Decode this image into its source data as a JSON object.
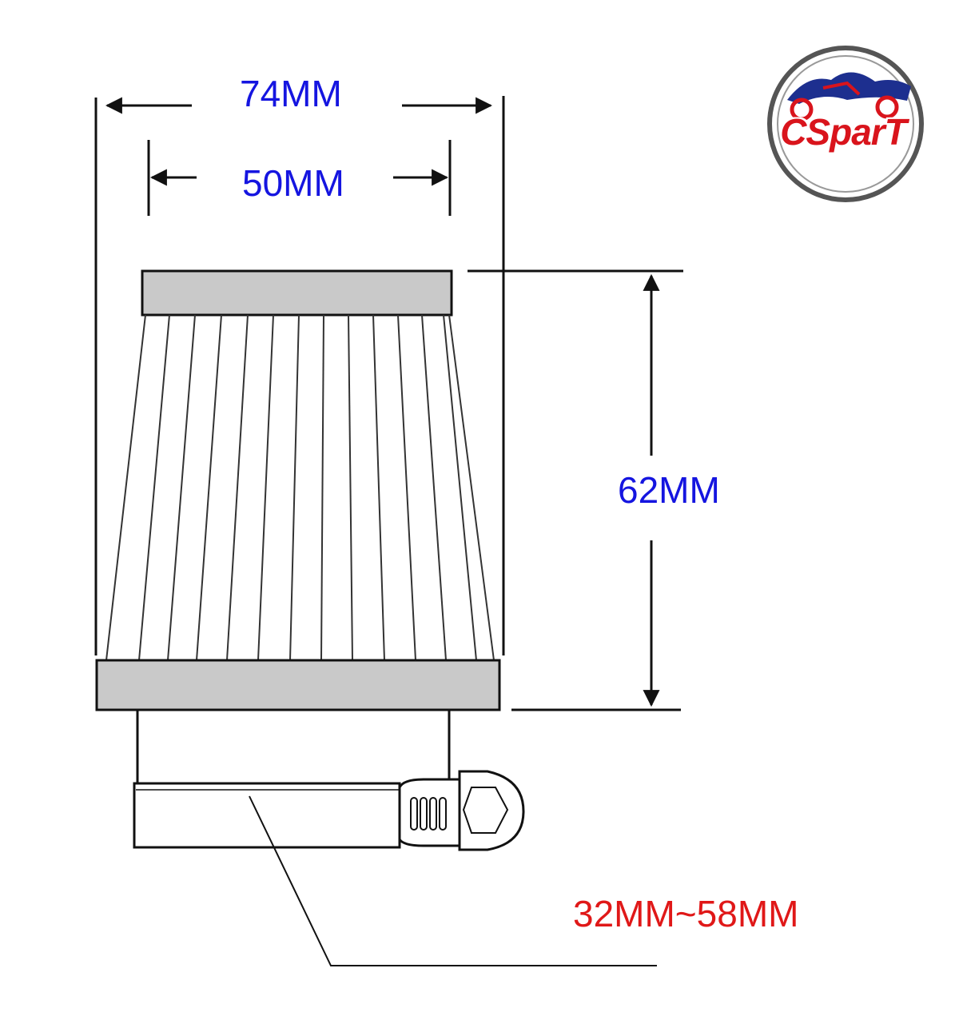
{
  "dimensions": {
    "outer_diameter": "74MM",
    "inner_diameter": "50MM",
    "height": "62MM",
    "clamp_range": "32MM~58MM"
  },
  "colors": {
    "dimension_text": "#1515e0",
    "clamp_text": "#e01818",
    "line": "#111111",
    "band_fill": "#c9c9c9",
    "logo_red": "#d9141c",
    "logo_blue": "#1d2f8f",
    "logo_ring": "#555555"
  },
  "logo": {
    "brand": "CSparT",
    "icons": [
      "motorcycle-icon"
    ]
  }
}
